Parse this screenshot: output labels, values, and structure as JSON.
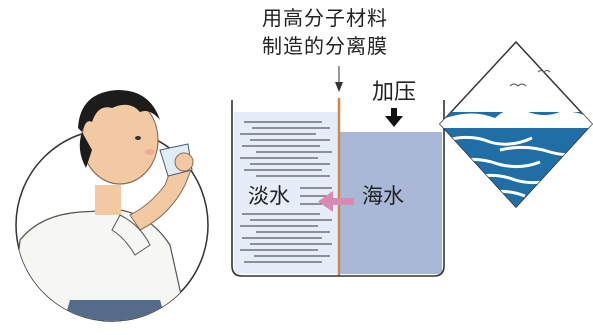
{
  "labels": {
    "membrane_line1": "用高分子材料",
    "membrane_line2": "制造的分离膜",
    "pressure": "加压",
    "fresh_water": "淡水",
    "sea_water": "海水"
  },
  "colors": {
    "sea_water_fill": "#a9b8d6",
    "fresh_water_fill": "#e6edf8",
    "membrane": "#c98a52",
    "flow_arrow": "#d98ab2",
    "ocean_wave": "#1f6fa6"
  },
  "icons": {
    "pressure_arrow": "down-arrow-icon",
    "flow_arrow": "left-arrow-icon",
    "membrane_pointer": "down-arrow-icon"
  }
}
